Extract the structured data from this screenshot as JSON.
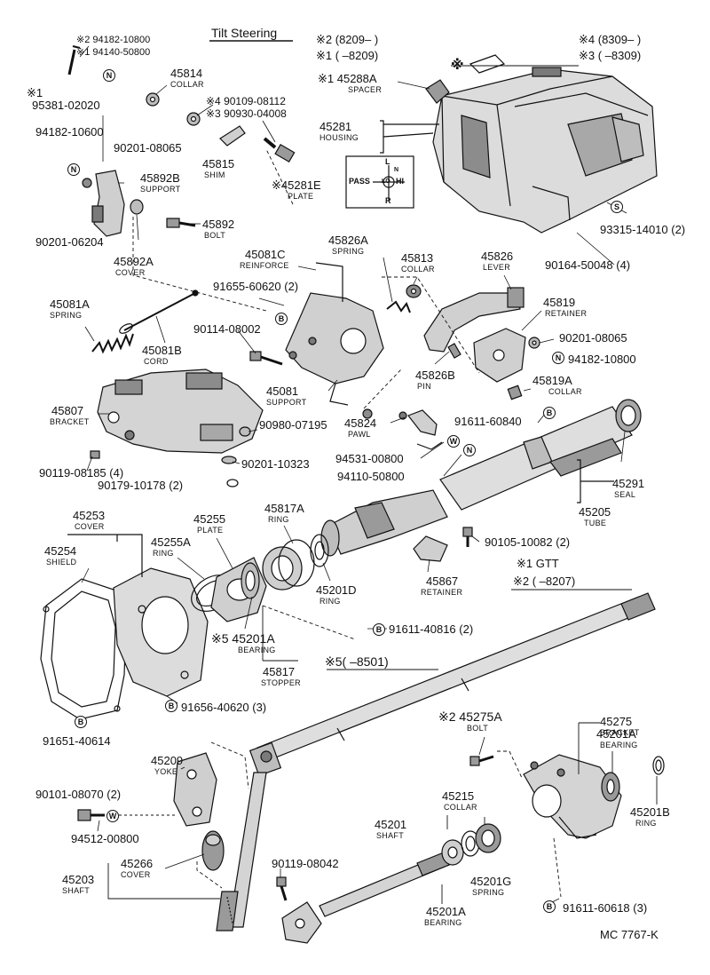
{
  "title": "Tilt Steering",
  "code": "MC  7767-K",
  "colors": {
    "ink": "#111111",
    "paper": "#ffffff",
    "part_fill": "#d9d9d9",
    "part_dark": "#7a7a7a"
  },
  "legend": {
    "r1": "※2 (8209–       )",
    "r2": "※1 (       –8209)",
    "r3": "※4 (8309–       )",
    "r4": "※3 (       –8309)",
    "mark": "※"
  },
  "gtt": {
    "l1": "※1 GTT",
    "l2": "※2 (       –8207)"
  },
  "note5": "※5(       –8501)",
  "plate": {
    "top": "L",
    "left": "PASS",
    "center": "LO",
    "right": "HI",
    "bottom": "R",
    "mid": "N"
  },
  "labels": {
    "p9418210800": "※2 94182-10800",
    "p9414050800": "※1 94140-50800",
    "p95381": "95381-02020",
    "p95381m": "※1",
    "p94182_10600": "94182-10600",
    "p45814": "45814",
    "n45814": "COLLAR",
    "p90201_08065a": "90201-08065",
    "p90109": "※4 90109-08112",
    "p90930": "※3 90930-04008",
    "p45815": "45815",
    "n45815": "SHIM",
    "p45892B": "45892B",
    "n45892B": "SUPPORT",
    "p90201_06204": "90201-06204",
    "p45892": "45892",
    "n45892": "BOLT",
    "p45892A": "45892A",
    "n45892A": "COVER",
    "p45288A": "※1 45288A",
    "n45288A": "SPACER",
    "p45281": "45281",
    "n45281": "HOUSING",
    "p45281E": "※45281E",
    "n45281E": "PLATE",
    "p93315": "93315-14010 (2)",
    "p90164": "90164-50048 (4)",
    "p45081C": "45081C",
    "n45081C": "REINFORCE",
    "p45826A": "45826A",
    "n45826A": "SPRING",
    "p45813": "45813",
    "n45813": "COLLAR",
    "p45826": "45826",
    "n45826": "LEVER",
    "p91655": "91655-60620 (2)",
    "p45819": "45819",
    "n45819": "RETAINER",
    "p45081A": "45081A",
    "n45081A": "SPRING",
    "p90114": "90114-08002",
    "p45081B": "45081B",
    "n45081B": "CORD",
    "p90201_08065b": "90201-08065",
    "p94182_10800": "94182-10800",
    "p45826B": "45826B",
    "n45826B": "PIN",
    "p45819A": "45819A",
    "n45819A": "COLLAR",
    "p45081": "45081",
    "n45081": "SUPPORT",
    "p45807": "45807",
    "n45807": "BRACKET",
    "p90980": "90980-07195",
    "p45824": "45824",
    "n45824": "PAWL",
    "p91611_60840": "91611-60840",
    "p90201_10323": "90201-10323",
    "p94531": "94531-00800",
    "p94110": "94110-50800",
    "p90119_08185": "90119-08185 (4)",
    "p90179": "90179-10178 (2)",
    "p45291": "45291",
    "n45291": "SEAL",
    "p45205": "45205",
    "n45205": "TUBE",
    "p45253": "45253",
    "n45253": "COVER",
    "p45255": "45255",
    "n45255": "PLATE",
    "p45817A": "45817A",
    "n45817A": "RING",
    "p45254": "45254",
    "n45254": "SHIELD",
    "p45255A": "45255A",
    "n45255A": "RING",
    "p90105": "90105-10082 (2)",
    "p45201D": "45201D",
    "n45201D": "RING",
    "p45867": "45867",
    "n45867": "RETAINER",
    "p45201A1": "※5 45201A",
    "n45201A1": "BEARING",
    "p91611_40816": "91611-40816 (2)",
    "p45817": "45817",
    "n45817": "STOPPER",
    "p91656": "91656-40620 (3)",
    "p91651": "91651-40614",
    "p45275": "45275",
    "n45275": "BRACKET",
    "p45275A": "※2 45275A",
    "n45275A": "BOLT",
    "p45201A2": "45201A",
    "n45201A2": "BEARING",
    "p45209": "45209",
    "n45209": "YOKE",
    "p45201B": "45201B",
    "n45201B": "RING",
    "p90101": "90101-08070 (2)",
    "p94512": "94512-00800",
    "p45215": "45215",
    "n45215": "COLLAR",
    "p45201": "45201",
    "n45201": "SHAFT",
    "p45266": "45266",
    "n45266": "COVER",
    "p45203": "45203",
    "n45203": "SHAFT",
    "p90119_08042": "90119-08042",
    "p45201G": "45201G",
    "n45201G": "SPRING",
    "p45201A3": "45201A",
    "n45201A3": "BEARING",
    "p91611_60618": "91611-60618 (3)"
  },
  "symbols": {
    "N": "N",
    "S": "S",
    "B": "B",
    "W": "W"
  }
}
